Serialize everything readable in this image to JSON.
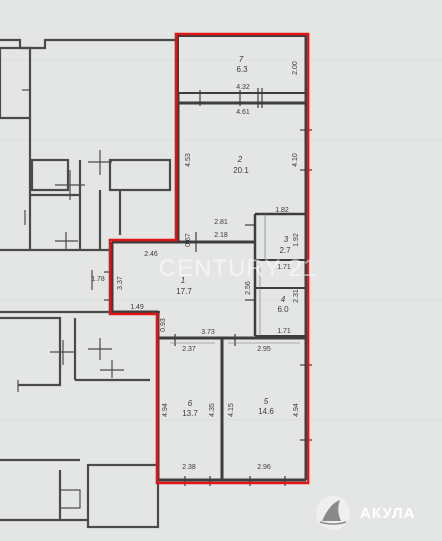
{
  "rooms": [
    {
      "number": "7",
      "area": "6.3"
    },
    {
      "number": "2",
      "area": "20.1"
    },
    {
      "number": "3",
      "area": "2.7"
    },
    {
      "number": "1",
      "area": "17.7"
    },
    {
      "number": "4",
      "area": "6.0"
    },
    {
      "number": "6",
      "area": "13.7"
    },
    {
      "number": "5",
      "area": "14.6"
    }
  ],
  "dimensions": {
    "balcony_width": "4.32",
    "balcony_depth": "2.00",
    "living_top": "4.61",
    "living_left": "4.53",
    "living_right": "4.10",
    "living_bottom": "2.81",
    "hall_top": "2.18",
    "corridor_left": "0.67",
    "hall_left_width": "2.46",
    "entry_width": "1.78",
    "entry_depth": "3.37",
    "hall_step": "1.49",
    "hall_step_depth": "0.93",
    "hall_bottom": "3.73",
    "bath_top": "1.82",
    "bath_right": "1.92",
    "bath_bottom": "1.71",
    "wc_depth": "2.31",
    "wc_bottom": "1.71",
    "hall_depth": "2.56",
    "bed6_top": "2.37",
    "bed6_left": "4.94",
    "bed6_right": "4.35",
    "bed6_bottom": "2.38",
    "bed5_top": "2.95",
    "bed5_left": "4.15",
    "bed5_right": "4.94",
    "bed5_bottom": "2.96"
  },
  "watermark": "CENTURY 21",
  "brand": {
    "name": "АКУЛА",
    "icon": "shark-fin-icon"
  },
  "colors": {
    "background": "#e4e6e5",
    "walls": "#3d3d3d",
    "highlight": "#e01515",
    "brand_badge": "#f0f0f0"
  }
}
